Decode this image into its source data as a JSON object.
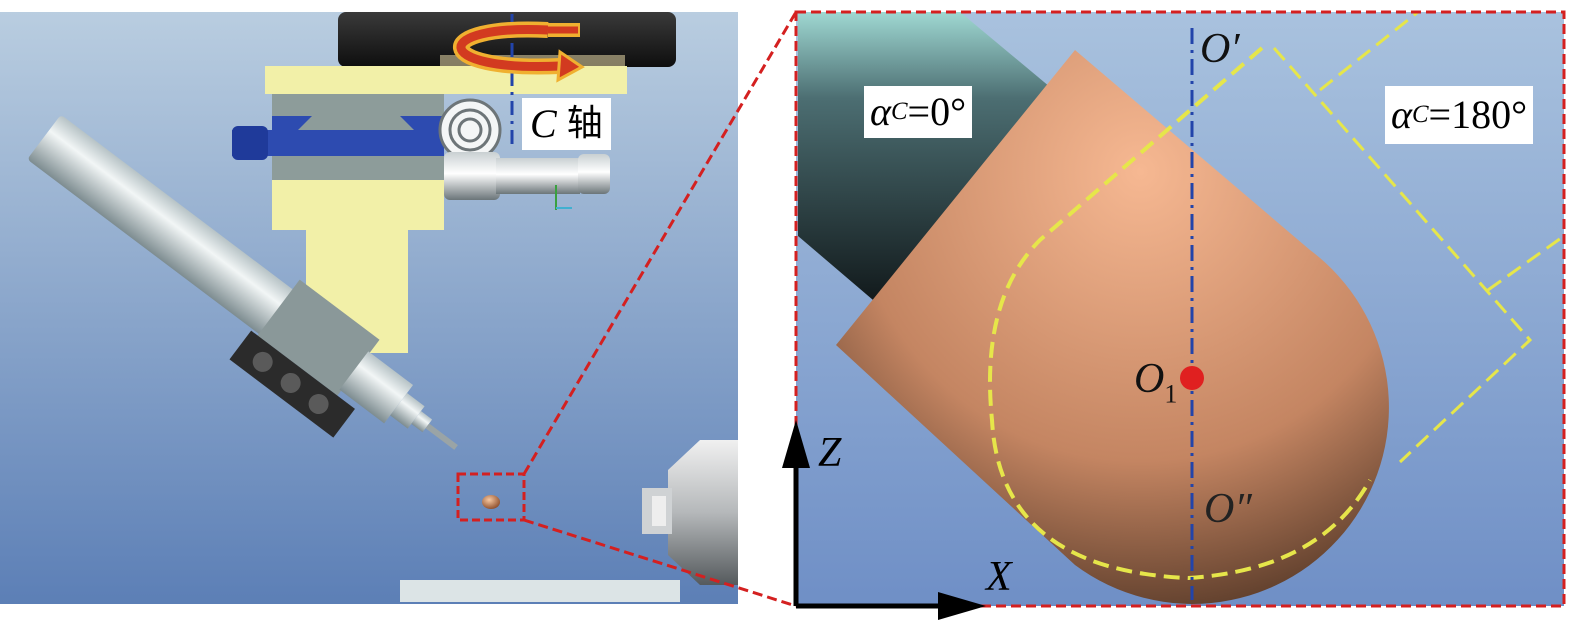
{
  "left_panel": {
    "rotation_axis_label": {
      "symbol": "C",
      "text": "轴"
    }
  },
  "right_panel": {
    "angle_label_left": {
      "greek": "α",
      "subscript": "C",
      "value": "=0°"
    },
    "angle_label_right": {
      "greek": "α",
      "subscript": "C",
      "value": "=180°"
    },
    "point_top": "O′",
    "point_center": {
      "base": "O",
      "subscript": "1"
    },
    "point_bottom": "O″"
  },
  "axes": {
    "z_label": "Z",
    "x_label": "X"
  },
  "colors": {
    "background_blue": "#7d9ccb",
    "frame_red": "#d42020",
    "ghost_yellow": "#e6e64a",
    "axis_line_blue": "#2244aa",
    "center_dot_red": "#e02020",
    "rotation_arrow": "#d23a20"
  }
}
